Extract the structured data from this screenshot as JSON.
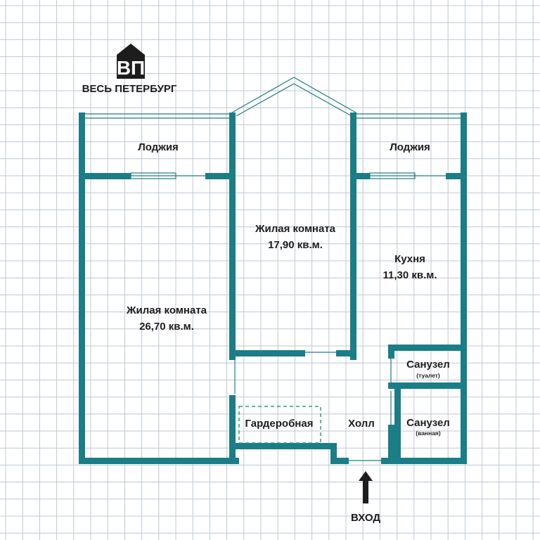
{
  "brand": {
    "name": "ВЕСЬ ПЕТЕРБУРГ",
    "logo_letters": "ВП"
  },
  "colors": {
    "wall": "#1a7d87",
    "grid": "#bcc8d4",
    "text": "#1d1d1d",
    "dash": "#2a9d78"
  },
  "rooms": {
    "loggia_left": "Лоджия",
    "loggia_right": "Лоджия",
    "living_big": {
      "name": "Жилая комната",
      "area": "26,70 кв.м."
    },
    "living_mid": {
      "name": "Жилая комната",
      "area": "17,90 кв.м."
    },
    "kitchen": {
      "name": "Кухня",
      "area": "11,30 кв.м."
    },
    "wc_toilet": {
      "name": "Санузел",
      "note": "(туалет)"
    },
    "wc_bath": {
      "name": "Санузел",
      "note": "(ванная)"
    },
    "hall": "Холл",
    "wardrobe": "Гардеробная"
  },
  "entrance": {
    "label": "ВХОД"
  }
}
